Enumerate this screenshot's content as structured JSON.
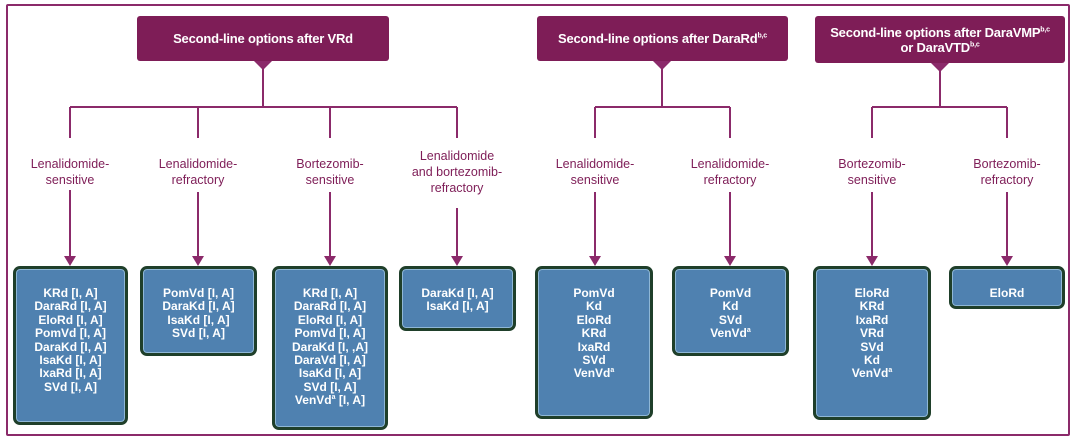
{
  "headers": [
    {
      "main": "Second-line options after VRd",
      "sup": "",
      "line2": "",
      "line2sup": ""
    },
    {
      "main": "Second-line options after DaraRd",
      "sup": "b,c",
      "line2": "",
      "line2sup": ""
    },
    {
      "main": "Second-line options after DaraVMP",
      "sup": "b,c",
      "line2": "or DaraVTD",
      "line2sup": "b,c"
    }
  ],
  "branches": [
    {
      "label": [
        "Lenalidomide-",
        "sensitive"
      ],
      "items": [
        {
          "t": "KRd [I, A]"
        },
        {
          "t": "DaraRd [I, A]"
        },
        {
          "t": "EloRd [I, A]"
        },
        {
          "t": "PomVd [I, A]"
        },
        {
          "t": "DaraKd [I, A]"
        },
        {
          "t": "IsaKd [I, A]"
        },
        {
          "t": "IxaRd [I, A]"
        },
        {
          "t": "SVd [I, A]"
        }
      ]
    },
    {
      "label": [
        "Lenalidomide-",
        "refractory"
      ],
      "items": [
        {
          "t": "PomVd [I, A]"
        },
        {
          "t": "DaraKd [I, A]"
        },
        {
          "t": "IsaKd [I, A]"
        },
        {
          "t": "SVd [I, A]"
        }
      ]
    },
    {
      "label": [
        "Bortezomib-",
        "sensitive"
      ],
      "items": [
        {
          "t": "KRd [I, A]"
        },
        {
          "t": "DaraRd [I, A]"
        },
        {
          "t": "EloRd [I, A]"
        },
        {
          "t": "PomVd [I, A]"
        },
        {
          "t": "DaraKd [I, ,A]"
        },
        {
          "t": "DaraVd [I, A]"
        },
        {
          "t": "IsaKd [I, A]"
        },
        {
          "t": "SVd [I, A]"
        },
        {
          "t": "VenVd",
          "sup": "a",
          "after": " [I, A]"
        }
      ]
    },
    {
      "label": [
        "Lenalidomide",
        "and bortezomib-",
        "refractory"
      ],
      "items": [
        {
          "t": "DaraKd [I, A]"
        },
        {
          "t": "IsaKd [I, A]"
        }
      ]
    },
    {
      "label": [
        "Lenalidomide-",
        "sensitive"
      ],
      "items": [
        {
          "t": "PomVd"
        },
        {
          "t": "Kd"
        },
        {
          "t": "EloRd"
        },
        {
          "t": "KRd"
        },
        {
          "t": "IxaRd"
        },
        {
          "t": "SVd"
        },
        {
          "t": "VenVd",
          "sup": "a"
        }
      ]
    },
    {
      "label": [
        "Lenalidomide-",
        "refractory"
      ],
      "items": [
        {
          "t": "PomVd"
        },
        {
          "t": "Kd"
        },
        {
          "t": "SVd"
        },
        {
          "t": "VenVd",
          "sup": "a"
        }
      ]
    },
    {
      "label": [
        "Bortezomib-",
        "sensitive"
      ],
      "items": [
        {
          "t": "EloRd"
        },
        {
          "t": "KRd"
        },
        {
          "t": "IxaRd"
        },
        {
          "t": "VRd"
        },
        {
          "t": "SVd"
        },
        {
          "t": "Kd"
        },
        {
          "t": "VenVd",
          "sup": "a"
        }
      ]
    },
    {
      "label": [
        "Bortezomib-",
        "refractory"
      ],
      "items": [
        {
          "t": "EloRd"
        }
      ]
    }
  ],
  "colors": {
    "header": "#7e1d57",
    "line": "#8b2a6a",
    "box": "#4f81b0",
    "box_border": "#1f3f2a"
  }
}
